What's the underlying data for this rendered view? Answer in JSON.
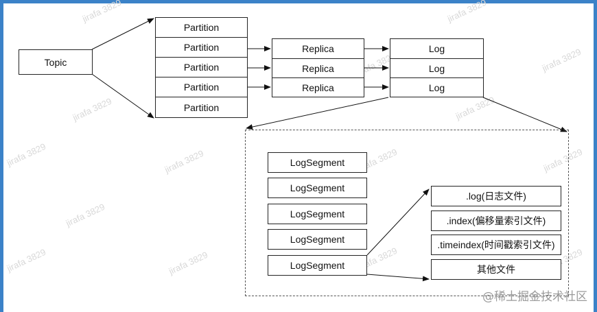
{
  "topic": {
    "label": "Topic"
  },
  "partitions": [
    "Partition",
    "Partition",
    "Partition",
    "Partition",
    "Partition"
  ],
  "replicas": [
    "Replica",
    "Replica",
    "Replica"
  ],
  "logs": [
    "Log",
    "Log",
    "Log"
  ],
  "segments": [
    "LogSegment",
    "LogSegment",
    "LogSegment",
    "LogSegment",
    "LogSegment"
  ],
  "files": [
    ".log(日志文件)",
    ".index(偏移量索引文件)",
    ".timeindex(时间戳索引文件)",
    "其他文件"
  ],
  "watermark": {
    "text": "jirafa 3829"
  },
  "brand": {
    "text": "@稀土掘金技术社区"
  }
}
